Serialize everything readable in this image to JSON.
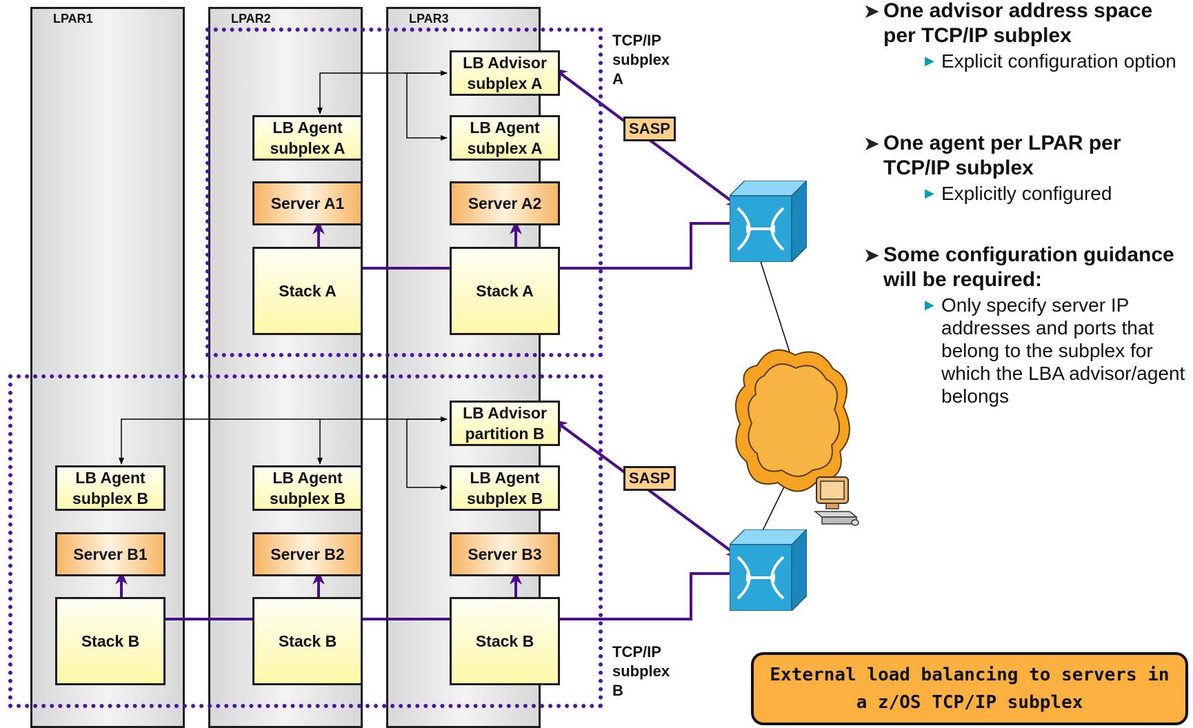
{
  "lpars": [
    "LPAR1",
    "LPAR2",
    "LPAR3"
  ],
  "subplex_labels": {
    "a": "TCP/IP\nsubplex\nA",
    "b": "TCP/IP\nsubplex\nB"
  },
  "boxes": {
    "advisor_a": "LB Advisor\nsubplex A",
    "agent_a_lpar2": "LB Agent\nsubplex A",
    "agent_a_lpar3": "LB Agent\nsubplex A",
    "server_a1": "Server A1",
    "server_a2": "Server A2",
    "stack_a_lpar2": "Stack A",
    "stack_a_lpar3": "Stack A",
    "advisor_b": "LB Advisor\npartition B",
    "agent_b_lpar1": "LB Agent\nsubplex B",
    "agent_b_lpar2": "LB Agent\nsubplex B",
    "agent_b_lpar3": "LB Agent\nsubplex B",
    "server_b1": "Server B1",
    "server_b2": "Server B2",
    "server_b3": "Server B3",
    "stack_b_lpar1": "Stack B",
    "stack_b_lpar2": "Stack B",
    "stack_b_lpar3": "Stack B"
  },
  "sasp_label": "SASP",
  "bullets": [
    {
      "heading": "One advisor address space per TCP/IP subplex",
      "sub": [
        "Explicit configuration option"
      ]
    },
    {
      "heading": "One agent per LPAR per TCP/IP subplex",
      "sub": [
        "Explicitly configured"
      ]
    },
    {
      "heading": "Some configuration guidance will be required:",
      "sub": [
        "Only specify server IP addresses and ports that belong to the subplex for which the LBA advisor/agent belongs"
      ]
    }
  ],
  "caption": "External load balancing to servers in a z/OS TCP/IP subplex",
  "colors": {
    "subplex_border": "#4b14a5",
    "connection_line": "#4b0e8c",
    "cloud": "#f6a323",
    "switch": "#2aa7d8",
    "caption_bg": "#fbb040"
  },
  "icons": [
    "network-switch-icon",
    "network-cloud-icon",
    "workstation-icon"
  ]
}
